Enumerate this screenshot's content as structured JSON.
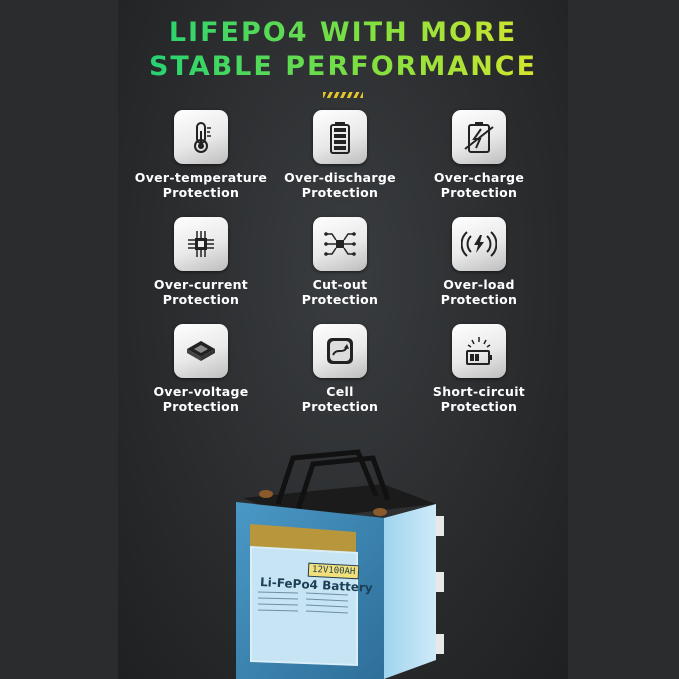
{
  "headline": {
    "line1": "LIFEPO4 WITH MORE",
    "line2": "STABLE PERFORMANCE"
  },
  "colors": {
    "panel_bg": "#2a2c2e",
    "headline_gradient_start": "#19d07a",
    "headline_gradient_end": "#e4e72b",
    "label_text": "#ffffff",
    "battery_blue": "#3a86b4",
    "battery_label_gold": "#b8963c"
  },
  "features": [
    {
      "icon": "thermometer-icon",
      "line1": "Over-temperature",
      "line2": "Protection"
    },
    {
      "icon": "battery-full-icon",
      "line1": "Over-discharge",
      "line2": "Protection"
    },
    {
      "icon": "battery-charge-icon",
      "line1": "Over-charge",
      "line2": "Protection"
    },
    {
      "icon": "chip-icon",
      "line1": "Over-current",
      "line2": "Protection"
    },
    {
      "icon": "circuit-icon",
      "line1": "Cut-out",
      "line2": "Protection"
    },
    {
      "icon": "wireless-charge-icon",
      "line1": "Over-load",
      "line2": "Protection"
    },
    {
      "icon": "processor-icon",
      "line1": "Over-voltage",
      "line2": "Protection"
    },
    {
      "icon": "cell-balance-icon",
      "line1": "Cell",
      "line2": "Protection"
    },
    {
      "icon": "short-circuit-icon",
      "line1": "Short-circuit",
      "line2": "Protection"
    }
  ],
  "battery": {
    "rating_badge": "12V100AH",
    "name": "Li-FePo4 Battery"
  }
}
